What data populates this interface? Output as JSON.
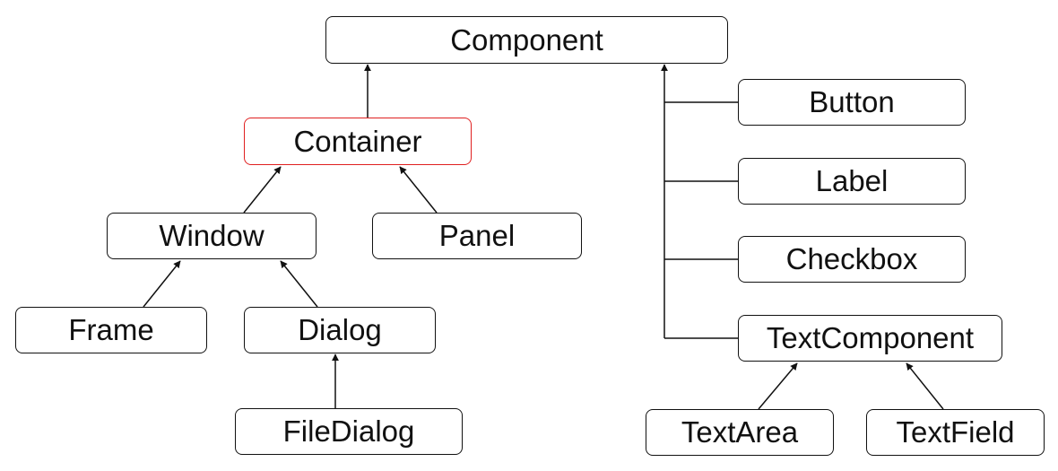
{
  "nodes": {
    "component": "Component",
    "container": "Container",
    "window": "Window",
    "panel": "Panel",
    "frame": "Frame",
    "dialog": "Dialog",
    "filedialog": "FileDialog",
    "button": "Button",
    "label": "Label",
    "checkbox": "Checkbox",
    "textcomponent": "TextComponent",
    "textarea": "TextArea",
    "textfield": "TextField"
  },
  "colors": {
    "line": "#111111",
    "highlight_border": "#e02020"
  }
}
